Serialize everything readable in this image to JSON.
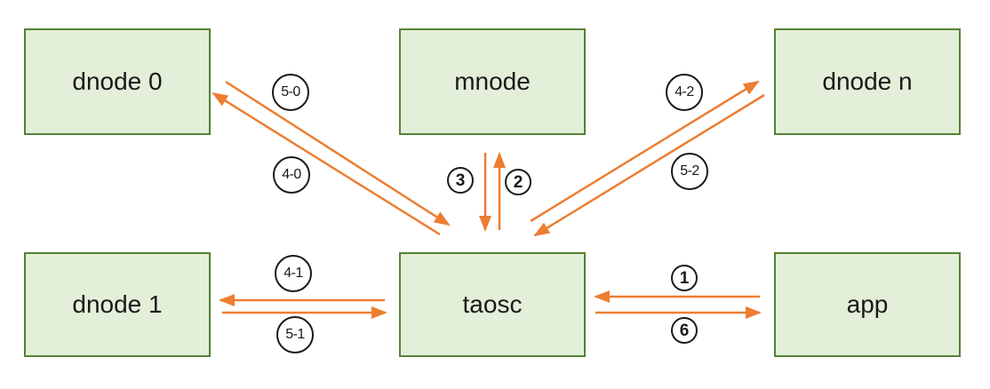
{
  "diagram": {
    "nodes": {
      "dnode0": {
        "label": "dnode 0"
      },
      "mnode": {
        "label": "mnode"
      },
      "dnoden": {
        "label": "dnode n"
      },
      "dnode1": {
        "label": "dnode 1"
      },
      "taosc": {
        "label": "taosc"
      },
      "app": {
        "label": "app"
      }
    },
    "edges": {
      "e1": {
        "label": "1",
        "from": "app",
        "to": "taosc"
      },
      "e2": {
        "label": "2",
        "from": "taosc",
        "to": "mnode"
      },
      "e3": {
        "label": "3",
        "from": "mnode",
        "to": "taosc"
      },
      "e6": {
        "label": "6",
        "from": "taosc",
        "to": "app"
      },
      "e40": {
        "label": "4-0",
        "from": "taosc",
        "to": "dnode 0"
      },
      "e50": {
        "label": "5-0",
        "from": "dnode 0",
        "to": "taosc"
      },
      "e41": {
        "label": "4-1",
        "from": "taosc",
        "to": "dnode 1"
      },
      "e51": {
        "label": "5-1",
        "from": "dnode 1",
        "to": "taosc"
      },
      "e42": {
        "label": "4-2",
        "from": "taosc",
        "to": "dnode n"
      },
      "e52": {
        "label": "5-2",
        "from": "dnode n",
        "to": "taosc"
      }
    },
    "colors": {
      "arrow": "#ED7D31",
      "node_fill": "#E3EFD9",
      "node_border": "#548235",
      "label_border": "#1A1A1A",
      "text": "#1A1A1A",
      "background": "#FFFFFF"
    }
  }
}
